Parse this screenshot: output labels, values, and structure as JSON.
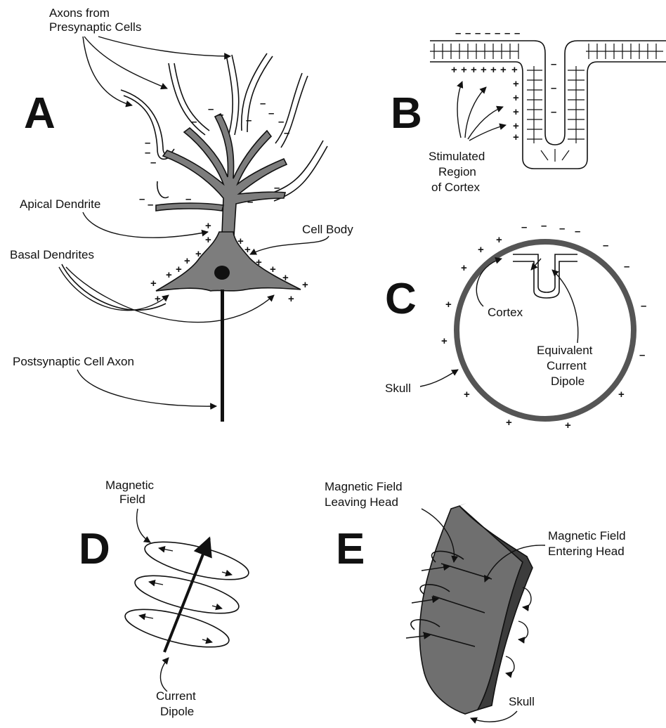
{
  "panels": {
    "a": {
      "letter": "A",
      "axons_line1": "Axons from",
      "axons_line2": "Presynaptic Cells",
      "apical": "Apical Dendrite",
      "cell_body": "Cell Body",
      "basal": "Basal Dendrites",
      "postsyn_axon": "Postsynaptic Cell Axon"
    },
    "b": {
      "letter": "B",
      "line1": "Stimulated",
      "line2": "Region",
      "line3": "of Cortex"
    },
    "c": {
      "letter": "C",
      "cortex": "Cortex",
      "eq_line1": "Equivalent",
      "eq_line2": "Current",
      "eq_line3": "Dipole",
      "skull": "Skull"
    },
    "d": {
      "letter": "D",
      "mf_line1": "Magnetic",
      "mf_line2": "Field",
      "cd_line1": "Current",
      "cd_line2": "Dipole"
    },
    "e": {
      "letter": "E",
      "leave_line1": "Magnetic Field",
      "leave_line2": "Leaving Head",
      "enter_line1": "Magnetic Field",
      "enter_line2": "Entering Head",
      "skull": "Skull"
    }
  },
  "signs": {
    "plus": "+",
    "minus": "–"
  },
  "colors": {
    "ink": "#111111",
    "soma_fill": "#7d7d7d",
    "skull_ring": "#555555",
    "tissue": "#6f6f6f",
    "tissue_edge": "#3c3c3c"
  }
}
